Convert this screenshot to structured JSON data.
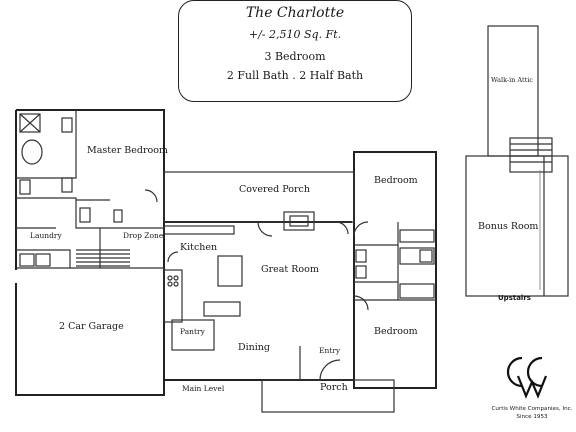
{
  "title": {
    "name": "The Charlotte",
    "sqft": "+/- 2,510 Sq. Ft.",
    "bedrooms": "3 Bedroom",
    "baths": "2 Full Bath  . 2 Half Bath"
  },
  "rooms": {
    "master_bedroom": "Master Bedroom",
    "covered_porch": "Covered Porch",
    "bedroom_upper": "Bedroom",
    "laundry": "Laundry",
    "drop_zone": "Drop Zone",
    "kitchen": "Kitchen",
    "great_room": "Great Room",
    "garage": "2 Car Garage",
    "pantry": "Pantry",
    "dining": "Dining",
    "entry": "Entry",
    "bedroom_lower": "Bedroom",
    "porch": "Porch",
    "main_level": "Main Level",
    "walk_in_attic": "Walk-in Attic",
    "bonus_room": "Bonus Room",
    "upstairs": "Upstairs"
  },
  "company": {
    "name": "Curtis White Companies, Inc.",
    "since": "Since 1953",
    "monogram": "CWC"
  }
}
